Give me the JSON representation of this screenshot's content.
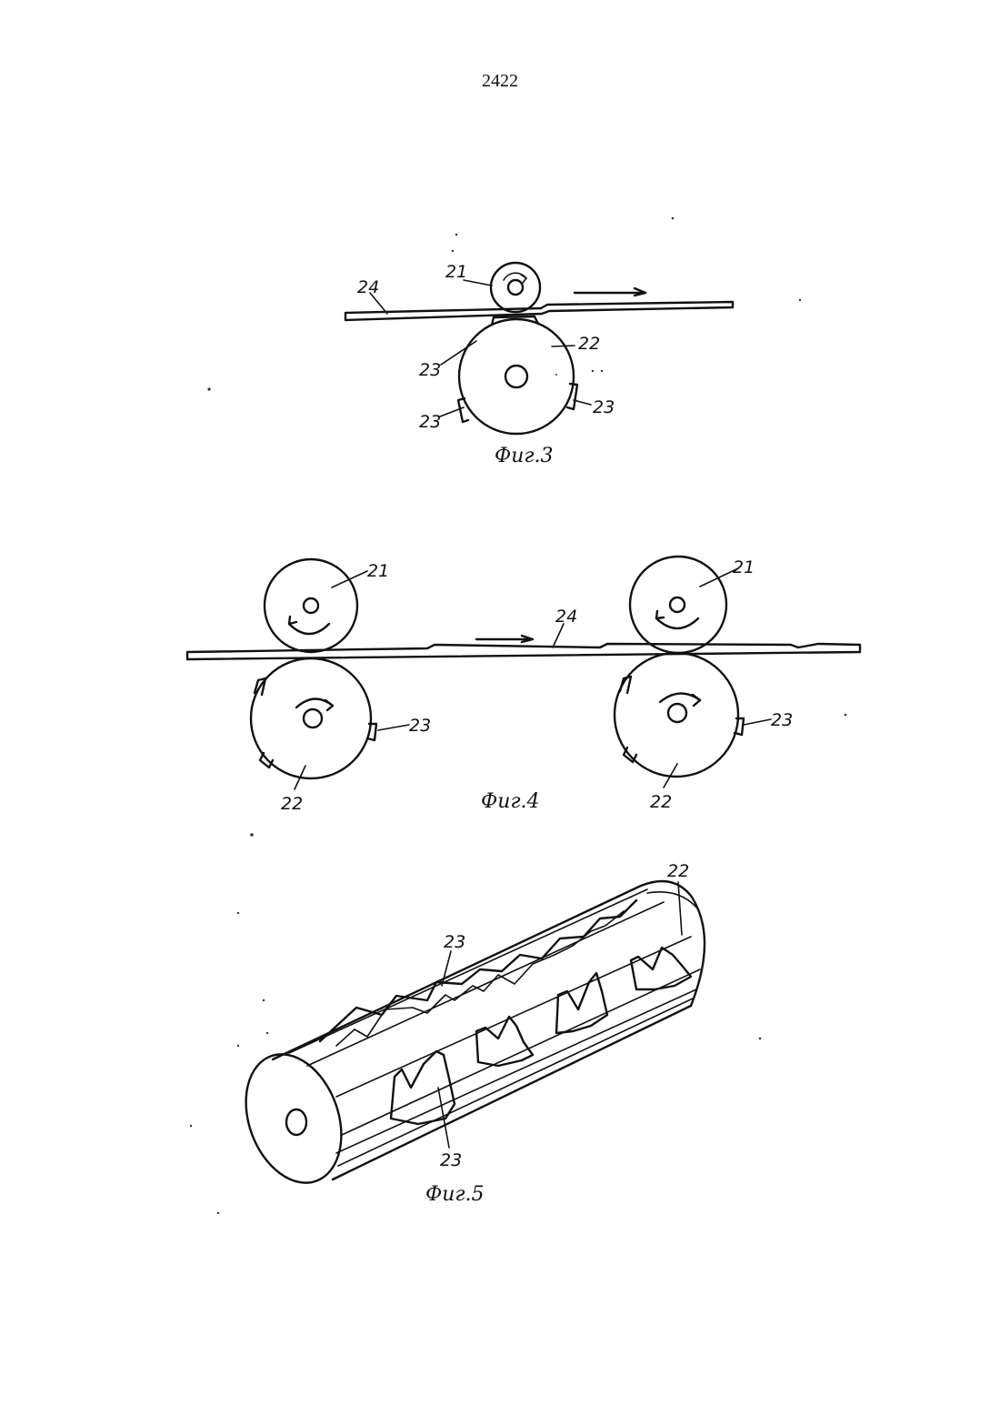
{
  "page": {
    "number": "2422"
  },
  "figures": [
    {
      "id": "fig3",
      "caption": "Фиг.3",
      "labels": {
        "upper_roller": "21",
        "lower_roller": "22",
        "strip": "24",
        "knife_a": "23",
        "knife_b": "23",
        "knife_c": "23"
      }
    },
    {
      "id": "fig4",
      "caption": "Фиг.4",
      "labels": {
        "left_upper": "21",
        "right_upper": "21",
        "strip": "24",
        "left_knife": "23",
        "right_knife": "23",
        "left_lower": "22",
        "right_lower": "22"
      }
    },
    {
      "id": "fig5",
      "caption": "Фиг.5",
      "labels": {
        "roller": "22",
        "knife_top": "23",
        "knife_bottom": "23"
      }
    }
  ]
}
